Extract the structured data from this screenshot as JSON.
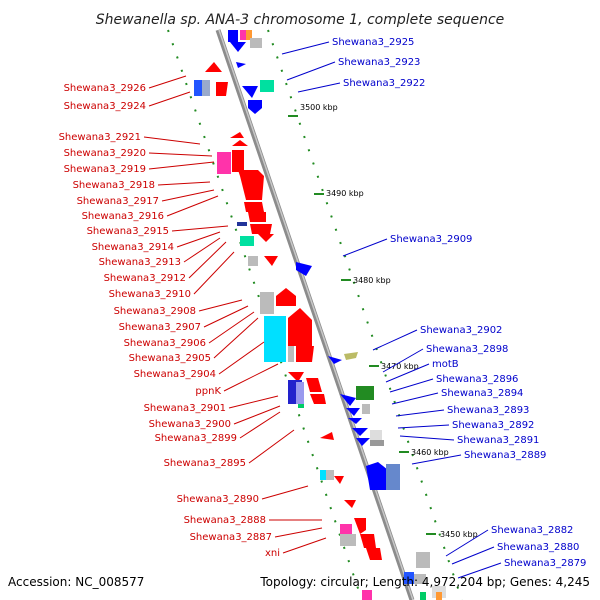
{
  "title": "Shewanella sp. ANA-3 chromosome 1, complete sequence",
  "footer": {
    "accession": "Accession: NC_008577",
    "topology": "Topology: circular; Length: 4,972,204 bp; Genes: 4,245"
  },
  "colors": {
    "reverse_strand_label": "#cc0000",
    "forward_strand_label": "#0000cc",
    "tick_mark": "#228b22",
    "backbone": "#8c8c8c"
  },
  "ticks": [
    {
      "label": "3500 kbp"
    },
    {
      "label": "3490 kbp"
    },
    {
      "label": "3480 kbp"
    },
    {
      "label": "3470 kbp"
    },
    {
      "label": "3460 kbp"
    },
    {
      "label": "3450 kbp"
    }
  ],
  "left_labels": [
    "Shewana3_2926",
    "Shewana3_2924",
    "Shewana3_2921",
    "Shewana3_2920",
    "Shewana3_2919",
    "Shewana3_2918",
    "Shewana3_2917",
    "Shewana3_2916",
    "Shewana3_2915",
    "Shewana3_2914",
    "Shewana3_2913",
    "Shewana3_2912",
    "Shewana3_2910",
    "Shewana3_2908",
    "Shewana3_2907",
    "Shewana3_2906",
    "Shewana3_2905",
    "Shewana3_2904",
    "ppnK",
    "Shewana3_2901",
    "Shewana3_2900",
    "Shewana3_2899",
    "Shewana3_2895",
    "Shewana3_2890",
    "Shewana3_2888",
    "Shewana3_2887",
    "xni"
  ],
  "right_labels": [
    "Shewana3_2925",
    "Shewana3_2923",
    "Shewana3_2922",
    "Shewana3_2909",
    "Shewana3_2902",
    "Shewana3_2898",
    "motB",
    "Shewana3_2896",
    "Shewana3_2894",
    "Shewana3_2893",
    "Shewana3_2892",
    "Shewana3_2891",
    "Shewana3_2889",
    "Shewana3_2882",
    "Shewana3_2880",
    "Shewana3_2879"
  ]
}
